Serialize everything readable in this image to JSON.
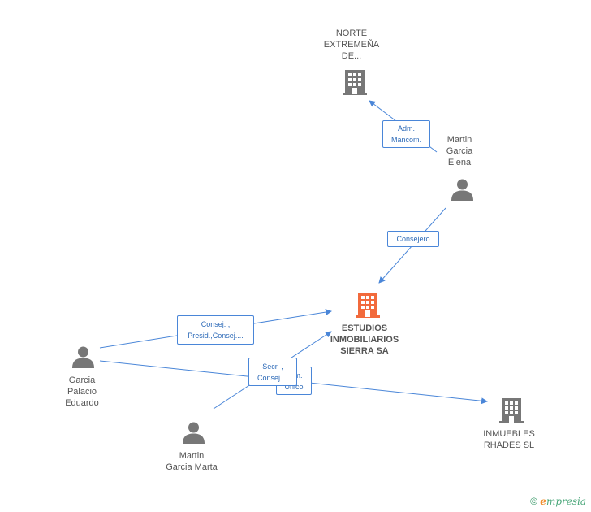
{
  "nodes": {
    "estudios": {
      "lines": [
        "ESTUDIOS",
        "INMOBILIARIOS",
        "SIERRA SA"
      ],
      "icon": "building-icon",
      "color": "#f26a3c"
    },
    "norte": {
      "lines": [
        "NORTE",
        "EXTREMEÑA",
        "DE..."
      ],
      "icon": "building-icon",
      "color": "#777777"
    },
    "inmuebles": {
      "lines": [
        "INMUEBLES",
        "RHADES SL"
      ],
      "icon": "building-icon",
      "color": "#777777"
    },
    "martin_elena": {
      "lines": [
        "Martin",
        "Garcia",
        "Elena"
      ],
      "icon": "person-icon",
      "color": "#777777"
    },
    "garcia_eduardo": {
      "lines": [
        "Garcia",
        "Palacio",
        "Eduardo"
      ],
      "icon": "person-icon",
      "color": "#777777"
    },
    "martin_marta": {
      "lines": [
        "Martin",
        "Garcia Marta"
      ],
      "icon": "person-icon",
      "color": "#777777"
    }
  },
  "relations": {
    "adm_mancom": [
      "Adm.",
      "Mancom."
    ],
    "consejero": [
      "Consejero"
    ],
    "consej_presid": [
      "Consej. ,",
      "Presid.,Consej...."
    ],
    "secr_consej": [
      "Secr. ,",
      "Consej...."
    ],
    "adm_unico": [
      "Adm.",
      "Unico"
    ]
  },
  "footer": {
    "copyright": "©",
    "brand_e": "e",
    "brand_rest": "mpresia"
  },
  "colors": {
    "edge": "#4a86d8",
    "label_text": "#2e6bb8",
    "accent": "#f26a3c"
  }
}
